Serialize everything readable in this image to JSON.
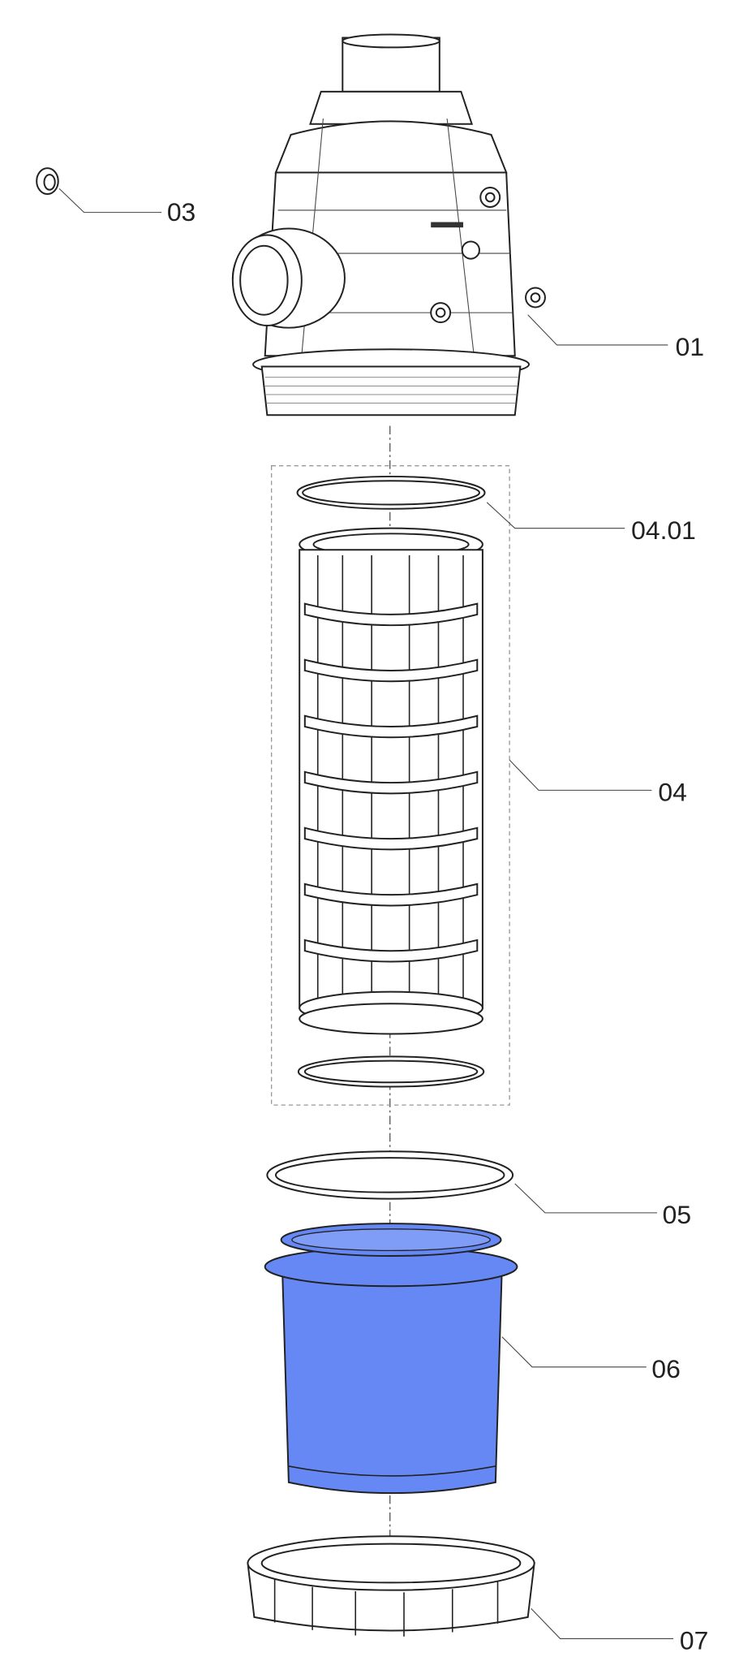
{
  "diagram": {
    "bowl_color": "#6688f5",
    "parts": [
      {
        "id": "01",
        "label": "01"
      },
      {
        "id": "03",
        "label": "03"
      },
      {
        "id": "04.01",
        "label": "04.01"
      },
      {
        "id": "04",
        "label": "04"
      },
      {
        "id": "05",
        "label": "05"
      },
      {
        "id": "06",
        "label": "06"
      },
      {
        "id": "07",
        "label": "07"
      }
    ]
  }
}
